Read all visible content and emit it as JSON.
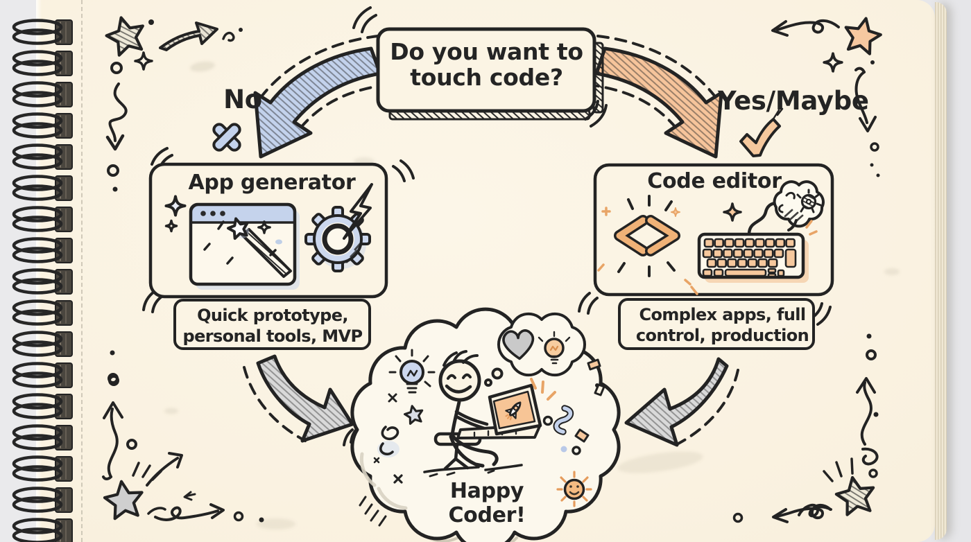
{
  "flowchart": {
    "question": {
      "line1": "Do you want to",
      "line2": "touch code?"
    },
    "no_branch": {
      "label": "No",
      "mark_icon": "x-mark-icon",
      "arrow_color": "#C3D2EC",
      "box_title": "App generator",
      "box_icons": [
        "browser-window-icon",
        "magic-wand-icon",
        "gear-icon",
        "lightning-icon",
        "sparkle-icon"
      ],
      "outcome": {
        "line1": "Quick prototype,",
        "line2": "personal tools, MVP"
      }
    },
    "yes_branch": {
      "label": "Yes/Maybe",
      "mark_icon": "checkmark-icon",
      "arrow_color": "#F6C49B",
      "box_title": "Code editor",
      "box_icons": [
        "code-brackets-icon",
        "keyboard-icon",
        "brain-gear-icon",
        "sparkle-icon"
      ],
      "outcome": {
        "line1": "Complex apps, full",
        "line2": "control, production"
      }
    },
    "result": {
      "text": "Happy Coder!",
      "icons": [
        "stick-figure-coder-icon",
        "laptop-rocket-icon",
        "lightbulb-icon",
        "thought-heart-icon",
        "thought-lightbulb-icon",
        "sun-smiley-icon",
        "confetti-icon",
        "cloud-shape"
      ]
    }
  },
  "scene": {
    "type": "spiral-notebook-doodle",
    "decorations": [
      "spiral-binding",
      "margin-dashed-line",
      "star-doodles",
      "sketch-arrows",
      "sparkles",
      "dots",
      "squiggles",
      "pencil-smudges"
    ]
  },
  "style": {
    "paper_color": "#FAF2E1",
    "ink_color": "#232323",
    "blue_accent": "#C3D2EC",
    "orange_accent": "#F6C89D",
    "gray_accent": "#D9D9D9",
    "cloud_fill": "#FCF8ED"
  }
}
